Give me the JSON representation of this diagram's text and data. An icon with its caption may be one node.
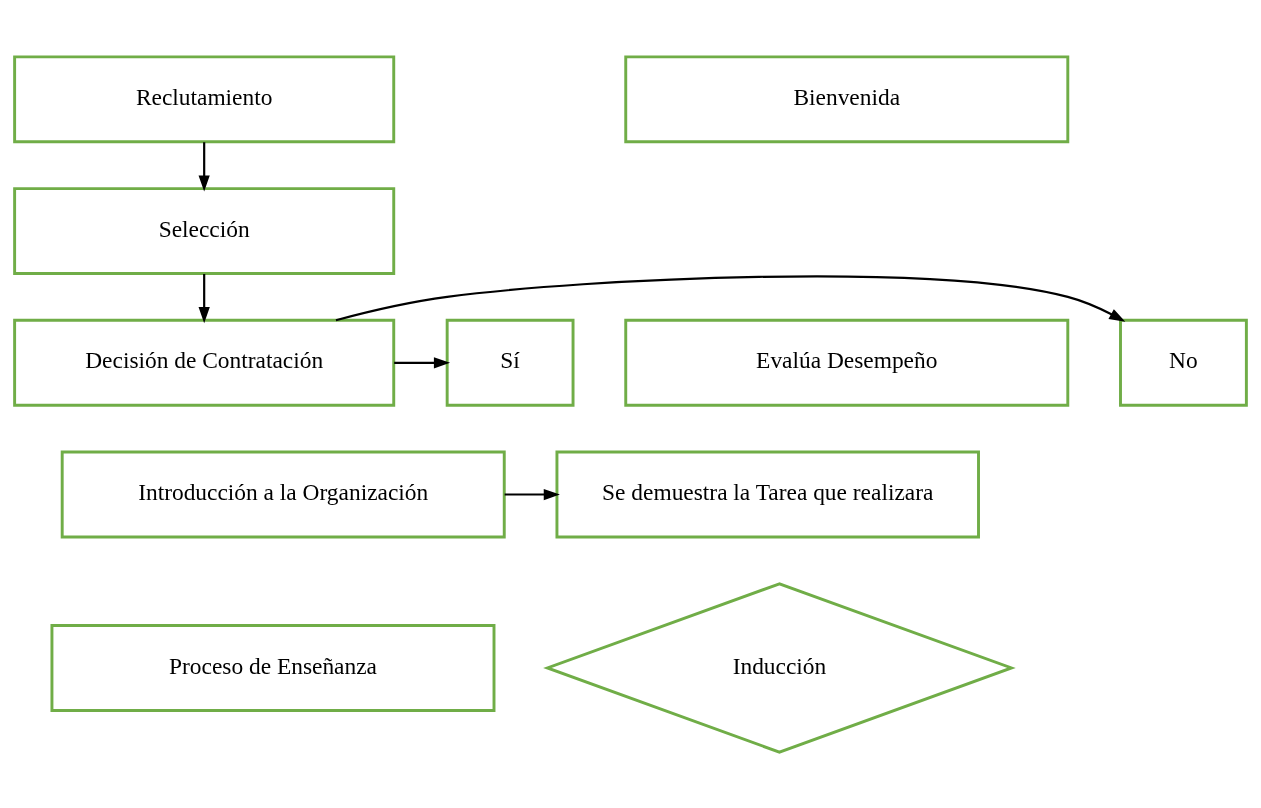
{
  "diagram": {
    "nodes": [
      {
        "text": [
          "Reclutamiento"
        ]
      },
      {
        "text": [
          "Selección"
        ]
      },
      {
        "text": [
          "Bienvenida"
        ]
      },
      {
        "text": [
          "No"
        ]
      },
      {
        "text": [
          "Decisión de Contratación"
        ]
      },
      {
        "text": [
          "Sí"
        ]
      },
      {
        "text": [
          "Evalúa Desempeño"
        ]
      },
      {
        "text": [
          "Se demuestra la Tarea que realizara"
        ]
      },
      {
        "text": [
          "Introducción a la Organización"
        ]
      },
      {
        "text": [
          "Proceso de Enseñanza"
        ]
      },
      {
        "text": [
          "Inducción"
        ]
      }
    ],
    "edges": [
      {
        "from": 0,
        "to": 1,
        "arrow": "to"
      },
      {
        "from": 1,
        "to": 4,
        "arrow": "to"
      },
      {
        "from": 4,
        "to": 3,
        "arrow": "to"
      },
      {
        "from": 4,
        "to": 5,
        "arrow": "to"
      },
      {
        "from": 8,
        "to": 7,
        "arrow": "to"
      }
    ]
  }
}
